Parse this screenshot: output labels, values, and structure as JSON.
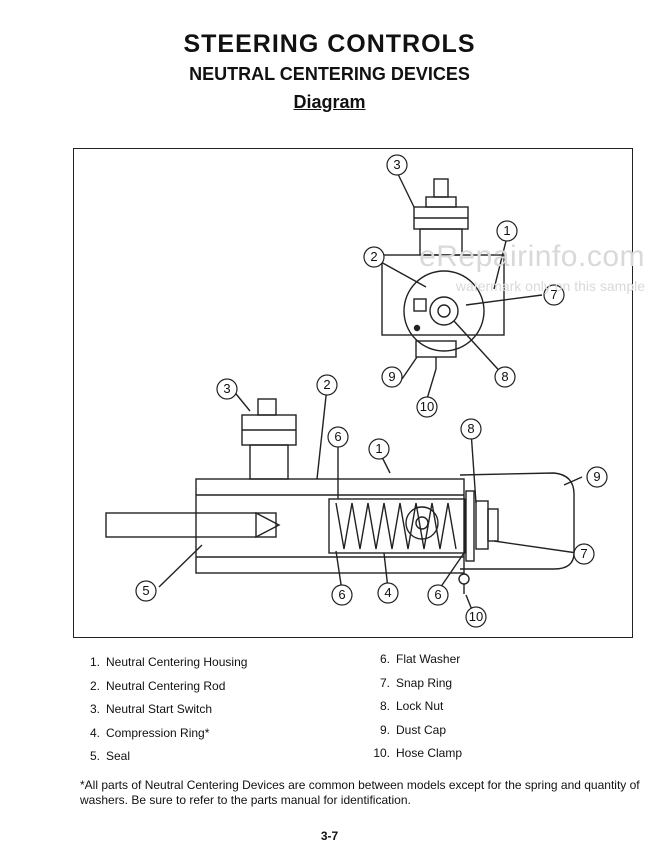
{
  "header": {
    "title": "STEERING CONTROLS",
    "subtitle": "NEUTRAL CENTERING DEVICES",
    "section": "Diagram"
  },
  "watermark": {
    "line1": "eRepairinfo.com",
    "line2": "watermark only on this sample"
  },
  "diagram": {
    "callouts": [
      "3",
      "1",
      "2",
      "7",
      "9",
      "8",
      "10",
      "3",
      "2",
      "6",
      "1",
      "9",
      "8",
      "7",
      "5",
      "6",
      "4",
      "6",
      "10"
    ]
  },
  "parts_left": [
    {
      "num": "1.",
      "label": "Neutral Centering Housing"
    },
    {
      "num": "2.",
      "label": "Neutral Centering Rod"
    },
    {
      "num": "3.",
      "label": "Neutral Start Switch"
    },
    {
      "num": "4.",
      "label": "Compression Ring*"
    },
    {
      "num": "5.",
      "label": "Seal"
    }
  ],
  "parts_right": [
    {
      "num": "6.",
      "label": "Flat Washer"
    },
    {
      "num": "7.",
      "label": "Snap Ring"
    },
    {
      "num": "8.",
      "label": "Lock Nut"
    },
    {
      "num": "9.",
      "label": "Dust Cap"
    },
    {
      "num": "10.",
      "label": "Hose Clamp"
    }
  ],
  "footnote": "*All parts of Neutral Centering Devices are common between models except for the spring and quantity of washers. Be sure to refer to the parts manual for identification.",
  "page_number": "3-7"
}
